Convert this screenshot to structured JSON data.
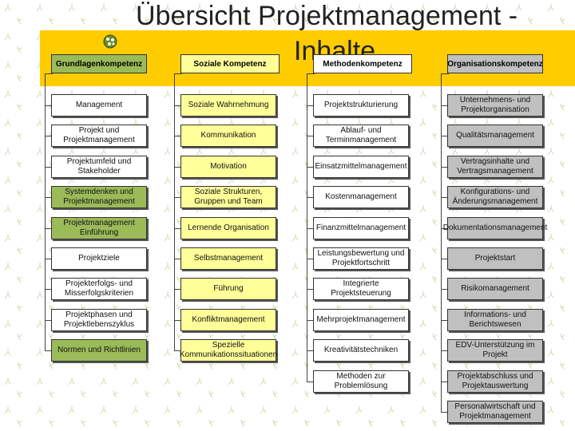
{
  "title_line1": "Übersicht Projektmanagement -",
  "title_line2": "Inhalte",
  "columns": [
    {
      "header": "Grundlagenkompetenz",
      "color": "#9bbb59",
      "items": [
        "Management",
        "Projekt und Projektmanagement",
        "Projektumfeld und Stakeholder",
        "Systemdenken und Projektmanagement",
        "Projektmanagement Einführung",
        "Projektziele",
        "Projekterfolgs- und Misserfolgskriterien",
        "Projektphasen und Projektlebenszyklus",
        "Normen und Richtlinien"
      ]
    },
    {
      "header": "Soziale Kompetenz",
      "color": "#ffff99",
      "items": [
        "Soziale Wahrnehmung",
        "Kommunikation",
        "Motivation",
        "Soziale Strukturen, Gruppen und Team",
        "Lernende Organisation",
        "Selbstmanagement",
        "Führung",
        "Konfliktmanagement",
        "Spezielle Kommunikationssituationen"
      ]
    },
    {
      "header": "Methodenkompetenz",
      "color": "#ffffff",
      "items": [
        "Projektstrukturierung",
        "Ablauf- und Terminmanagement",
        "Einsatzmittelmanagement",
        "Kostenmanagement",
        "Finanzmittelmanagement",
        "Leistungsbewertung und Projektfortschritt",
        "Integrierte Projektsteuerung",
        "Mehrprojektmanagement",
        "Kreativitätstechniken",
        "Methoden zur Problemlösung"
      ]
    },
    {
      "header": "Organisationskompetenz",
      "color": "#c0c0c0",
      "items": [
        "Unternehmens- und Projektorganisation",
        "Qualitätsmanagement",
        "Vertragsinhalte und Vertragsmanagement",
        "Konfigurations- und Änderungsmanagement",
        "Dokumentationsmanagement",
        "Projektstart",
        "Risikomanagement",
        "Informations- und Berichtswesen",
        "EDV-Unterstützung im Projekt",
        "Projektabschluss und Projektauswertung",
        "Personalwirtschaft und Projektmanagement"
      ]
    }
  ]
}
